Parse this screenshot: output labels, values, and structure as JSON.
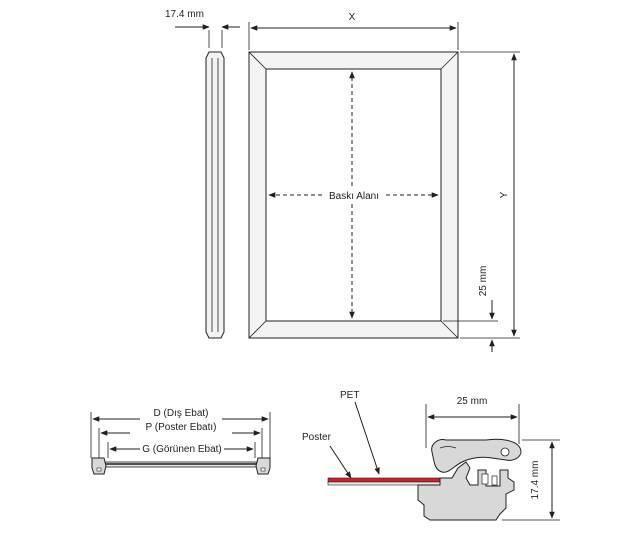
{
  "labels": {
    "side_thickness": "17.4 mm",
    "width": "X",
    "height": "Y",
    "print_area": "Baskı Alanı",
    "border": "25 mm",
    "outer_size": "D (Dış Ebat)",
    "poster_size": "P (Poster Ebatı)",
    "visible_size": "G (Görünen Ebat)",
    "pet": "PET",
    "poster": "Poster",
    "profile_width": "25 mm",
    "profile_height": "17.4 mm"
  },
  "colors": {
    "ink": "#231f20",
    "poster_red": "#d0202e",
    "profile_gray": "#d8d8d8"
  }
}
